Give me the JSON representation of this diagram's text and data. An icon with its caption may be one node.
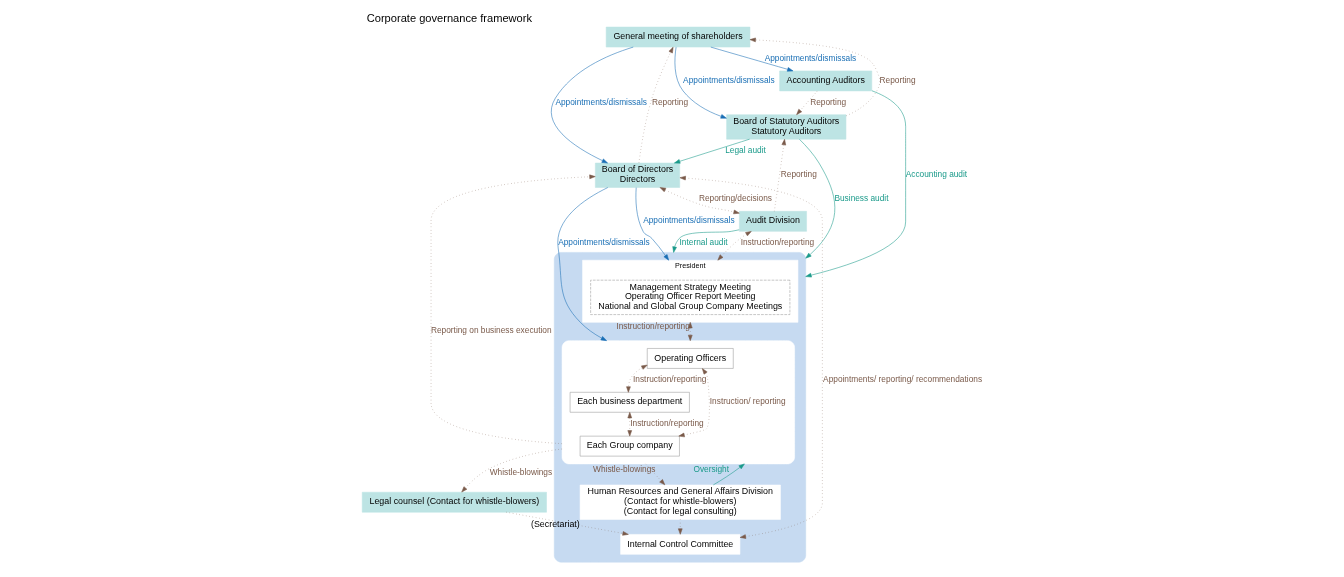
{
  "diagram": {
    "title": "Corporate governance framework",
    "nodes": [
      {
        "text": [
          "General meeting of shareholders"
        ]
      },
      {
        "text": [
          "Accounting Auditors"
        ]
      },
      {
        "text": [
          "Board of Statutory Auditors",
          "Statutory Auditors"
        ]
      },
      {
        "text": [
          "Board of Directors",
          "Directors"
        ]
      },
      {
        "text": [
          "Audit Division"
        ]
      },
      {
        "text": [
          "Legal counsel (Contact for whistle-blowers)"
        ]
      },
      {
        "text": [],
        "shape": "box"
      },
      {
        "text": [
          "President"
        ],
        "in": 6
      },
      {
        "text": [
          "Management Strategy Meeting",
          "Operating Officer Report Meeting",
          "National and Global Group Company Meetings"
        ],
        "in": 7
      },
      {
        "text": [
          "Internal Control Committee"
        ],
        "in": 6
      },
      {
        "text": [
          "Human Resources and General Affairs Division",
          "(Contact for whistle-blowers)",
          "(Contact for legal consulting)"
        ],
        "in": 6,
        "beside": [
          "(Secretariat)"
        ]
      },
      {
        "text": [],
        "shape": "box",
        "in": 6
      },
      {
        "text": [
          "Operating Officers"
        ],
        "in": 11
      },
      {
        "text": [
          "Each business department"
        ],
        "in": 11
      },
      {
        "text": [
          "Each Group company"
        ],
        "in": 11
      }
    ],
    "edges": [
      {
        "from": 0,
        "to": 1,
        "arrow": "to",
        "label": "Appointments/dismissals",
        "color": "#1a6fb5"
      },
      {
        "from": 2,
        "to": 0,
        "arrow": "to",
        "label": "Reporting",
        "style": "dashed",
        "color": "#7a5a4a"
      },
      {
        "from": 0,
        "to": 2,
        "arrow": "to",
        "label": "Appointments/dismissals",
        "color": "#1a6fb5"
      },
      {
        "from": 3,
        "to": 0,
        "arrow": "to",
        "label": "Reporting",
        "style": "dashed",
        "color": "#7a5a4a"
      },
      {
        "from": 0,
        "to": 3,
        "arrow": "to",
        "label": "Appointments/dismissals",
        "color": "#1a6fb5"
      },
      {
        "from": 1,
        "to": 2,
        "arrow": "to",
        "label": "Reporting",
        "style": "dashed",
        "color": "#7a5a4a"
      },
      {
        "from": 2,
        "to": 3,
        "arrow": "to",
        "label": "Legal audit",
        "color": "#1a9a8a"
      },
      {
        "from": 4,
        "to": 2,
        "arrow": "to",
        "label": "Reporting",
        "style": "dashed",
        "color": "#7a5a4a"
      },
      {
        "from": 2,
        "to": 6,
        "arrow": "to",
        "label": "Business audit",
        "color": "#1a9a8a"
      },
      {
        "from": 1,
        "to": 6,
        "arrow": "to",
        "label": "Accounting audit",
        "color": "#1a9a8a"
      },
      {
        "from": 3,
        "to": 7,
        "arrow": "to",
        "label": "Appointments/dismissals",
        "color": "#1a6fb5"
      },
      {
        "from": 3,
        "to": 11,
        "arrow": "to",
        "label": "Appointments/dismissals",
        "color": "#1a6fb5"
      },
      {
        "from": 11,
        "to": 3,
        "arrow": "to",
        "label": "Reporting on business execution",
        "style": "dashed",
        "color": "#7a5a4a"
      },
      {
        "from": 3,
        "to": 4,
        "arrow": "both",
        "label": "Reporting/decisions",
        "style": "dashed",
        "color": "#7a5a4a"
      },
      {
        "from": 4,
        "to": 7,
        "arrow": "both",
        "label": "Instruction/reporting",
        "style": "dashed",
        "color": "#7a5a4a"
      },
      {
        "from": 4,
        "to": 6,
        "arrow": "to",
        "label": "Internal audit",
        "color": "#1a9a8a"
      },
      {
        "from": 3,
        "to": 9,
        "arrow": "both",
        "label": "Appointments/ reporting/ recommendations",
        "style": "dashed",
        "color": "#7a5a4a"
      },
      {
        "from": 10,
        "to": 9,
        "arrow": "to",
        "style": "dashed",
        "color": "#7a5a4a"
      },
      {
        "from": 5,
        "to": 9,
        "arrow": "to",
        "style": "dashed",
        "color": "#7a5a4a"
      },
      {
        "from": 7,
        "to": 11,
        "arrow": "both",
        "label": "Instruction/reporting",
        "style": "dashed",
        "color": "#7a5a4a"
      },
      {
        "from": 10,
        "to": 11,
        "arrow": "to",
        "label": "Oversight",
        "color": "#1a9a8a"
      },
      {
        "from": 11,
        "to": 10,
        "arrow": "to",
        "label": "Whistle-blowings",
        "style": "dashed",
        "color": "#7a5a4a"
      },
      {
        "from": 11,
        "to": 5,
        "arrow": "to",
        "label": "Whistle-blowings",
        "style": "dashed",
        "color": "#7a5a4a"
      },
      {
        "from": 12,
        "to": 13,
        "arrow": "both",
        "label": "Instruction/reporting",
        "style": "dashed",
        "color": "#7a5a4a"
      },
      {
        "from": 13,
        "to": 14,
        "arrow": "both",
        "label": "Instruction/reporting",
        "style": "dashed",
        "color": "#7a5a4a"
      },
      {
        "from": 12,
        "to": 14,
        "arrow": "both",
        "label": "Instruction/ reporting",
        "style": "dashed",
        "color": "#7a5a4a"
      }
    ]
  }
}
